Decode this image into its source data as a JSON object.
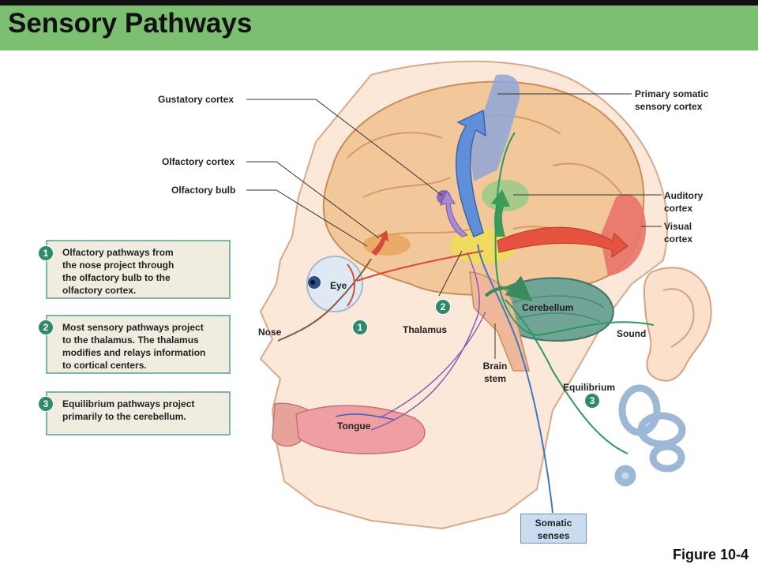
{
  "title": "Sensory Pathways",
  "figure": "Figure 10-4",
  "labels": {
    "gustatory_cortex": "Gustatory cortex",
    "olfactory_cortex": "Olfactory cortex",
    "olfactory_bulb": "Olfactory bulb",
    "primary_somatic_1": "Primary somatic",
    "primary_somatic_2": "sensory cortex",
    "auditory_1": "Auditory",
    "auditory_2": "cortex",
    "visual_1": "Visual",
    "visual_2": "cortex",
    "eye": "Eye",
    "nose": "Nose",
    "thalamus": "Thalamus",
    "cerebellum": "Cerebellum",
    "sound": "Sound",
    "brain_stem_1": "Brain",
    "brain_stem_2": "stem",
    "equilibrium": "Equilibrium",
    "tongue": "Tongue",
    "somatic_1": "Somatic",
    "somatic_2": "senses"
  },
  "steps": [
    {
      "num": "1",
      "lines": [
        "Olfactory pathways from",
        "the nose project through",
        "the olfactory bulb to the",
        "olfactory cortex."
      ]
    },
    {
      "num": "2",
      "lines": [
        "Most sensory pathways project",
        "to the thalamus. The thalamus",
        "modifies and relays information",
        "to cortical centers."
      ]
    },
    {
      "num": "3",
      "lines": [
        "Equilibrium pathways project",
        "primarily to the cerebellum."
      ]
    }
  ],
  "markers": [
    "1",
    "2",
    "3"
  ],
  "colors": {
    "header": "#7dbf72",
    "badge": "#2f8a6b",
    "box_border": "#7fb6a3",
    "box_fill": "#f0ede0",
    "brain": "#f2c79a",
    "somatic_cortex": "#8fa6d8",
    "auditory_cortex": "#9ccb8a",
    "visual_cortex": "#e8736a",
    "cerebellum": "#6fa496",
    "thalamus": "#f0dc5a"
  }
}
